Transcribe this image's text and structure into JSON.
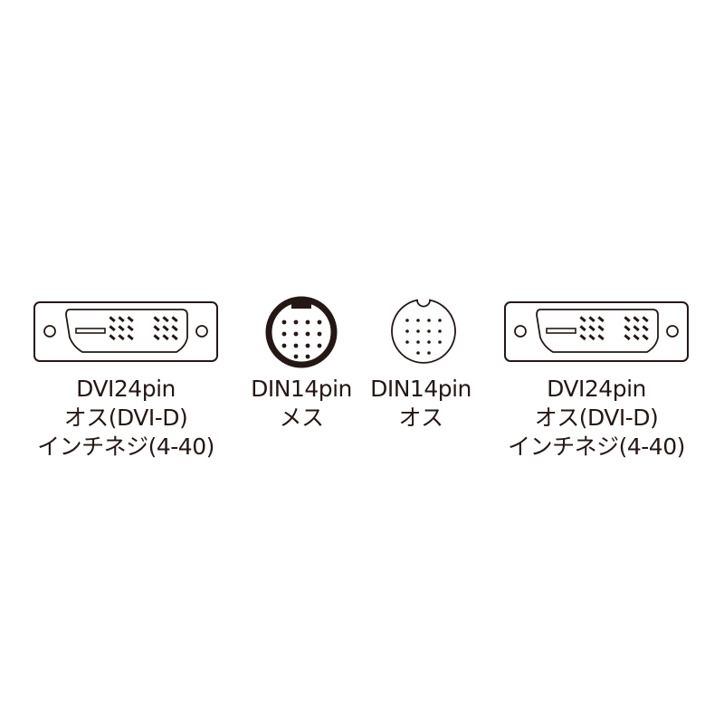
{
  "colors": {
    "ink": "#231815",
    "background": "#ffffff"
  },
  "connectors": [
    {
      "id": "dvi-left",
      "type": "DVI-D male connector face",
      "icon": "dvi-connector-icon",
      "label_lines": [
        "DVI24pin",
        "オス(DVI-D)",
        "インチネジ(4-40)"
      ]
    },
    {
      "id": "din-female",
      "type": "DIN 14-pin female connector face",
      "icon": "din-female-connector-icon",
      "label_lines": [
        "DIN14pin",
        "メス"
      ]
    },
    {
      "id": "din-male",
      "type": "DIN 14-pin male connector face",
      "icon": "din-male-connector-icon",
      "label_lines": [
        "DIN14pin",
        "オス"
      ]
    },
    {
      "id": "dvi-right",
      "type": "DVI-D male connector face",
      "icon": "dvi-connector-icon",
      "label_lines": [
        "DVI24pin",
        "オス(DVI-D)",
        "インチネジ(4-40)"
      ]
    }
  ]
}
